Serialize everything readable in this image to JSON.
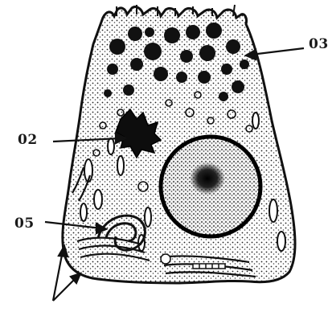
{
  "labels": {
    "label_03": "03",
    "label_02": "02",
    "label_05": "05"
  },
  "colors": {
    "ink": "#1a1a1a",
    "paper": "#ffffff",
    "shade": "#3a3a3a"
  }
}
